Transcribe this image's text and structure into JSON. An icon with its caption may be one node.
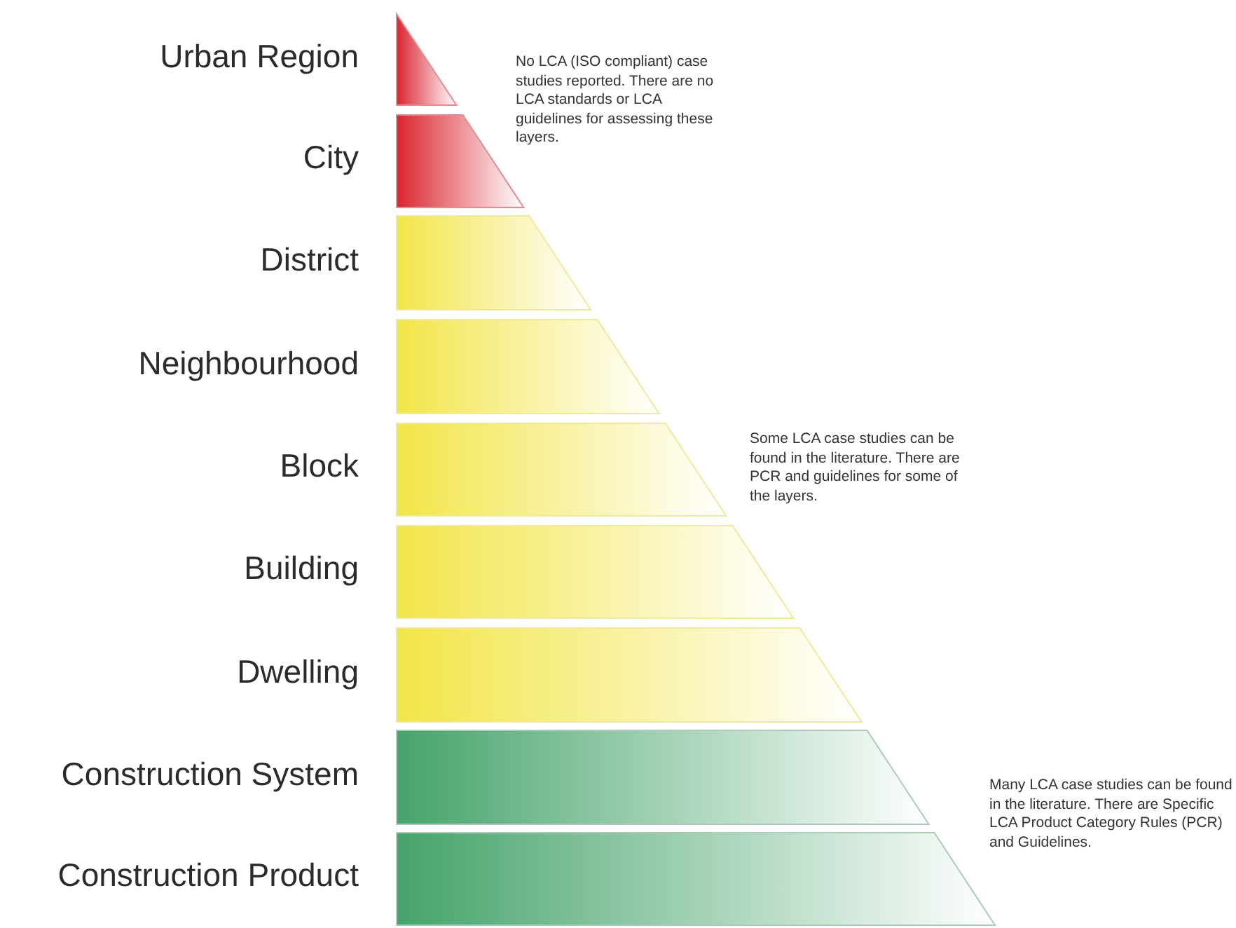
{
  "diagram": {
    "nodes": [
      {
        "text": [
          "Urban Region"
        ]
      },
      {
        "text": [
          "City"
        ]
      },
      {
        "text": [
          "District"
        ]
      },
      {
        "text": [
          "Neighbourhood"
        ]
      },
      {
        "text": [
          "Block"
        ]
      },
      {
        "text": [
          "Building"
        ]
      },
      {
        "text": [
          "Dwelling"
        ]
      },
      {
        "text": [
          "Construction System"
        ]
      },
      {
        "text": [
          "Construction Product"
        ]
      }
    ],
    "labels": [
      "No LCA (ISO compliant) case studies reported. There are no LCA standards or LCA guidelines for assessing these layers.",
      "Some LCA case studies can be found in the literature. There are PCR and guidelines for some of the layers.",
      "Many LCA case studies can be found in the literature. There are Specific LCA Product Category Rules (PCR) and Guidelines."
    ]
  }
}
